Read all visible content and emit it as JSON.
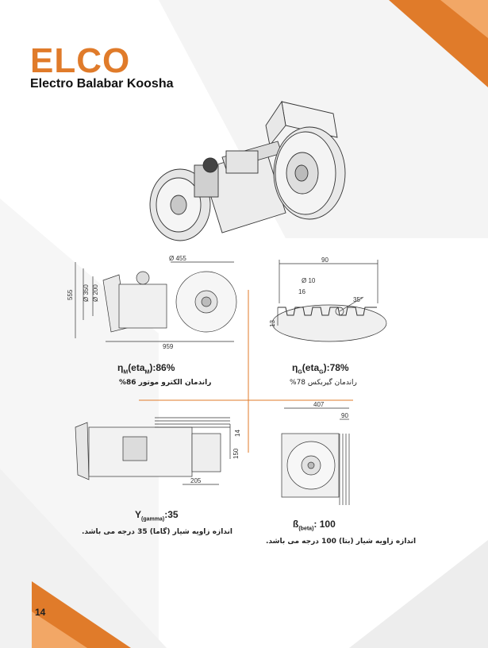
{
  "brand": {
    "logo": "ELCO",
    "company": "Electro Balabar Koosha"
  },
  "colors": {
    "accent": "#e07b2a",
    "text": "#222222",
    "divider": "#e07b2a"
  },
  "specs": {
    "motor_efficiency": {
      "label": "η",
      "sub": "M",
      "mid": "(eta",
      "sub2": "M",
      "value": "):86%",
      "persian": "راندمان الکترو موتور 86%"
    },
    "gearbox_efficiency": {
      "label": "η",
      "sub": "G",
      "mid": "(eta",
      "sub2": "G",
      "value": "):78%",
      "persian": "راندمان گیربکس 78%"
    },
    "gamma_angle": {
      "label": "Y",
      "sub": "(gamma)",
      "value": ":35",
      "persian": "اندازه زاویه شیار (گاما) 35 درجه می باشد."
    },
    "beta_angle": {
      "label": "ß",
      "sub": "(beta)",
      "value": ":  100",
      "persian": "اندازه زاویه شیار (بتا) 100 درجه می باشد."
    }
  },
  "dimensions": {
    "side_view": [
      "555",
      "Ø 350",
      "Ø 200",
      "Ø 455",
      "959"
    ],
    "groove": [
      "90",
      "Ø 10",
      "16",
      "35°",
      "13"
    ],
    "top_view": [
      "14",
      "150",
      "205"
    ],
    "front_view": [
      "407",
      "90"
    ]
  },
  "page_number": "14"
}
